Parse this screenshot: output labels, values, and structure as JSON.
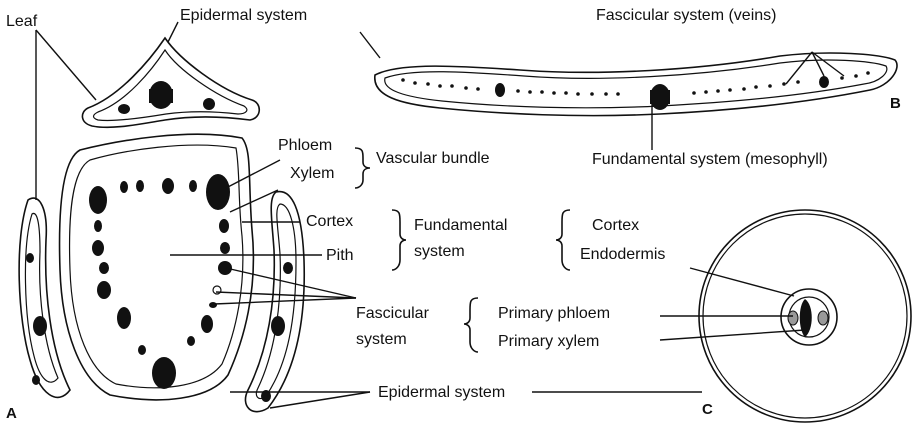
{
  "figure": {
    "labels": {
      "leaf": "Leaf",
      "epidermal_top": "Epidermal system",
      "fascicular_veins": "Fascicular system (veins)",
      "panel_b": "B",
      "phloem": "Phloem",
      "xylem": "Xylem",
      "vascular_bundle": "Vascular bundle",
      "fundamental_mesophyll": "Fundamental system (mesophyll)",
      "cortex_a": "Cortex",
      "pith": "Pith",
      "fundamental_line1": "Fundamental",
      "fundamental_line2": "system",
      "cortex_c": "Cortex",
      "endodermis": "Endodermis",
      "fascicular_line1": "Fascicular",
      "fascicular_line2": "system",
      "primary_phloem": "Primary phloem",
      "primary_xylem": "Primary xylem",
      "epidermal_bottom": "Epidermal system",
      "panel_a": "A",
      "panel_c": "C"
    }
  }
}
